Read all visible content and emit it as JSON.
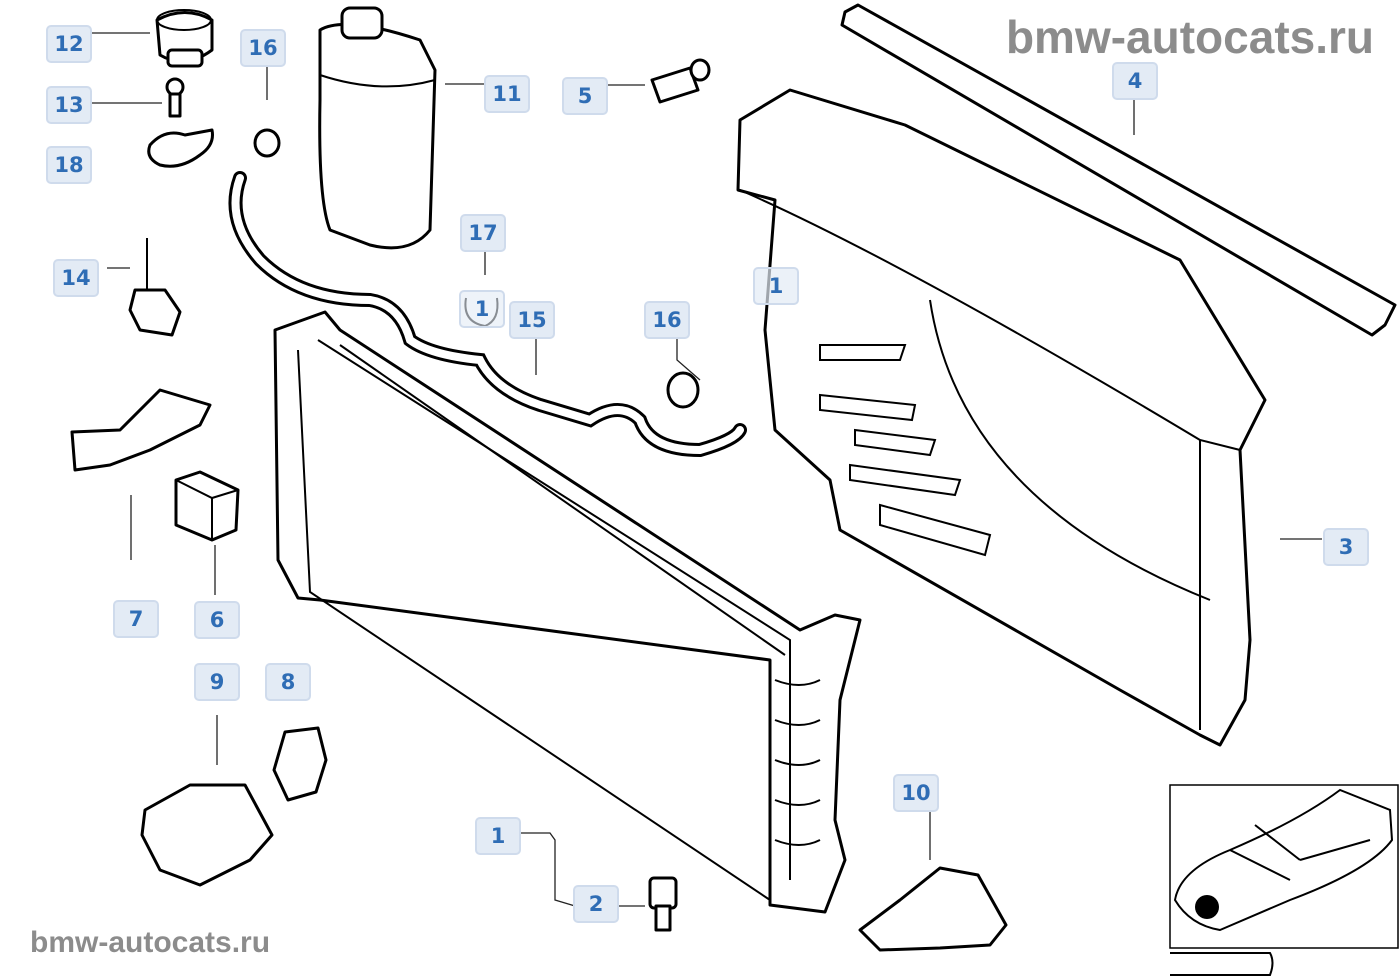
{
  "watermark": "bmw-autocats.ru",
  "watermark_bottom": "bmw-autocats.ru",
  "callouts": {
    "c12": "12",
    "c13": "13",
    "c18": "18",
    "c16a": "16",
    "c11": "11",
    "c5": "5",
    "c4": "4",
    "c17": "17",
    "c1a": "1",
    "c15": "15",
    "c16b": "16",
    "c1b": "1",
    "c14": "14",
    "c3": "3",
    "c7": "7",
    "c6": "6",
    "c9": "9",
    "c8": "8",
    "c10": "10",
    "c1c": "1",
    "c2": "2"
  },
  "colors": {
    "label_bg": "#e3ebf5",
    "label_text": "#2f6db5",
    "watermark": "#8c8c8c"
  }
}
